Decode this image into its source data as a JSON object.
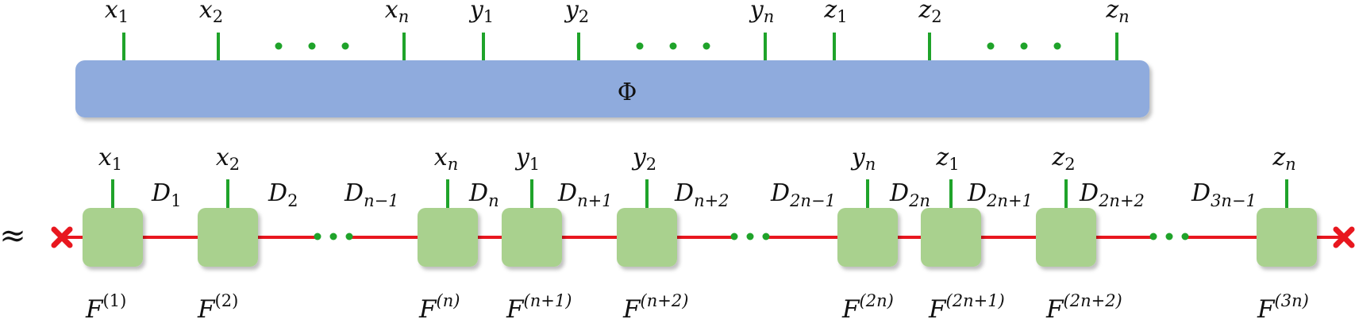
{
  "top": {
    "block_label": "Φ",
    "leg_labels": [
      {
        "base": "x",
        "sub": "1"
      },
      {
        "base": "x",
        "sub": "2"
      },
      {
        "base": "x",
        "sub": "n"
      },
      {
        "base": "y",
        "sub": "1"
      },
      {
        "base": "y",
        "sub": "2"
      },
      {
        "base": "y",
        "sub": "n"
      },
      {
        "base": "z",
        "sub": "1"
      },
      {
        "base": "z",
        "sub": "2"
      },
      {
        "base": "z",
        "sub": "n"
      }
    ]
  },
  "approx_symbol": "≈",
  "chain": {
    "site_legs": [
      {
        "base": "x",
        "sub": "1"
      },
      {
        "base": "x",
        "sub": "2"
      },
      {
        "base": "x",
        "sub": "n"
      },
      {
        "base": "y",
        "sub": "1"
      },
      {
        "base": "y",
        "sub": "2"
      },
      {
        "base": "y",
        "sub": "n"
      },
      {
        "base": "z",
        "sub": "1"
      },
      {
        "base": "z",
        "sub": "2"
      },
      {
        "base": "z",
        "sub": "n"
      }
    ],
    "site_tensors": [
      {
        "base": "F",
        "sup": "(1)"
      },
      {
        "base": "F",
        "sup": "(2)"
      },
      {
        "base": "F",
        "sup": "(n)"
      },
      {
        "base": "F",
        "sup": "(n+1)"
      },
      {
        "base": "F",
        "sup": "(n+2)"
      },
      {
        "base": "F",
        "sup": "(2n)"
      },
      {
        "base": "F",
        "sup": "(2n+1)"
      },
      {
        "base": "F",
        "sup": "(2n+2)"
      },
      {
        "base": "F",
        "sup": "(3n)"
      }
    ],
    "bond_dims": [
      {
        "base": "D",
        "sub": "1"
      },
      {
        "base": "D",
        "sub": "2"
      },
      {
        "base": "D",
        "sub": "n−1"
      },
      {
        "base": "D",
        "sub": "n"
      },
      {
        "base": "D",
        "sub": "n+1"
      },
      {
        "base": "D",
        "sub": "n+2"
      },
      {
        "base": "D",
        "sub": "2n−1"
      },
      {
        "base": "D",
        "sub": "2n"
      },
      {
        "base": "D",
        "sub": "2n+1"
      },
      {
        "base": "D",
        "sub": "2n+2"
      },
      {
        "base": "D",
        "sub": "3n−1"
      }
    ]
  },
  "colors": {
    "block_fill": "#8fabdd",
    "leg_color": "#1fa32a",
    "site_fill": "#a9d18e",
    "bond_color": "#e8171f",
    "end_marker": "#e8171f"
  }
}
